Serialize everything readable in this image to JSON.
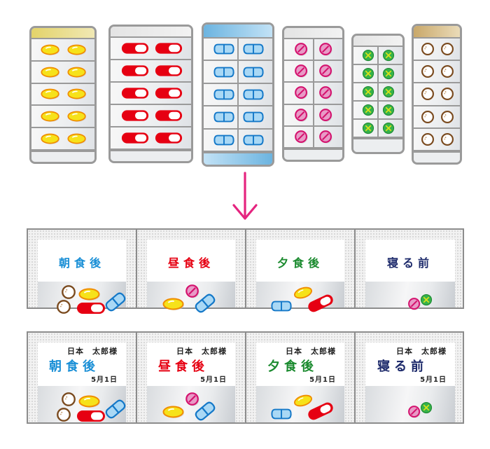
{
  "colors": {
    "arrow": "#e5247f",
    "asa": "#1a8fd6",
    "hiru": "#e60012",
    "yu": "#1a8a2e",
    "neru": "#1d2a6b",
    "yellow_pill": "#f6e21a",
    "yellow_pill_border": "#f08c00",
    "red_capsule": "#e60012",
    "blue_tablet_fill": "#a9d8f5",
    "blue_tablet_border": "#1478c8",
    "pink_tablet_fill": "#e89ac6",
    "pink_tablet_border": "#d4126e",
    "green_tablet_fill": "#36b34a",
    "green_tablet_mark": "#d9e21a",
    "brown_tablet_border": "#7a4a1e"
  },
  "blister_packs": [
    {
      "id": "yellow-softgel-pack",
      "pill": "yellow-oval-softgel",
      "rows": 5,
      "cols": 2,
      "header_color": "#e8d978"
    },
    {
      "id": "red-capsule-pack",
      "pill": "red-white-capsule",
      "rows": 5,
      "cols": 2,
      "header_color": "#e6e6e6"
    },
    {
      "id": "blue-tablet-pack",
      "pill": "blue-scored-oblong-tablet",
      "rows": 5,
      "cols": 2,
      "header_color": "#8ec6e8"
    },
    {
      "id": "pink-tablet-pack",
      "pill": "pink-scored-round-tablet",
      "rows": 5,
      "cols": 2,
      "header_color": "#e6e6e6"
    },
    {
      "id": "green-tablet-pack",
      "pill": "green-cross-round-tablet",
      "rows": 5,
      "cols": 2,
      "header_color": "#e6e6e6"
    },
    {
      "id": "brown-tablet-pack",
      "pill": "brown-white-round-tablet",
      "rows": 5,
      "cols": 2,
      "header_color": "#d9c08e"
    }
  ],
  "arrow": {
    "direction": "down",
    "icon": "arrow-down-icon"
  },
  "unit_dose_strip_plain": {
    "slots": [
      {
        "label": "朝食後",
        "color_key": "asa"
      },
      {
        "label": "昼食後",
        "color_key": "hiru"
      },
      {
        "label": "夕食後",
        "color_key": "yu"
      },
      {
        "label": "寝る前",
        "color_key": "neru"
      }
    ]
  },
  "unit_dose_strip_named": {
    "slots": [
      {
        "patient": "日本　太郎様",
        "label": "朝食後",
        "date": "5月1日",
        "color_key": "asa"
      },
      {
        "patient": "日本　太郎様",
        "label": "昼食後",
        "date": "5月1日",
        "color_key": "hiru"
      },
      {
        "patient": "日本　太郎様",
        "label": "夕食後",
        "date": "5月1日",
        "color_key": "yu"
      },
      {
        "patient": "日本　太郎様",
        "label": "寝る前",
        "date": "5月1日",
        "color_key": "neru"
      }
    ]
  }
}
